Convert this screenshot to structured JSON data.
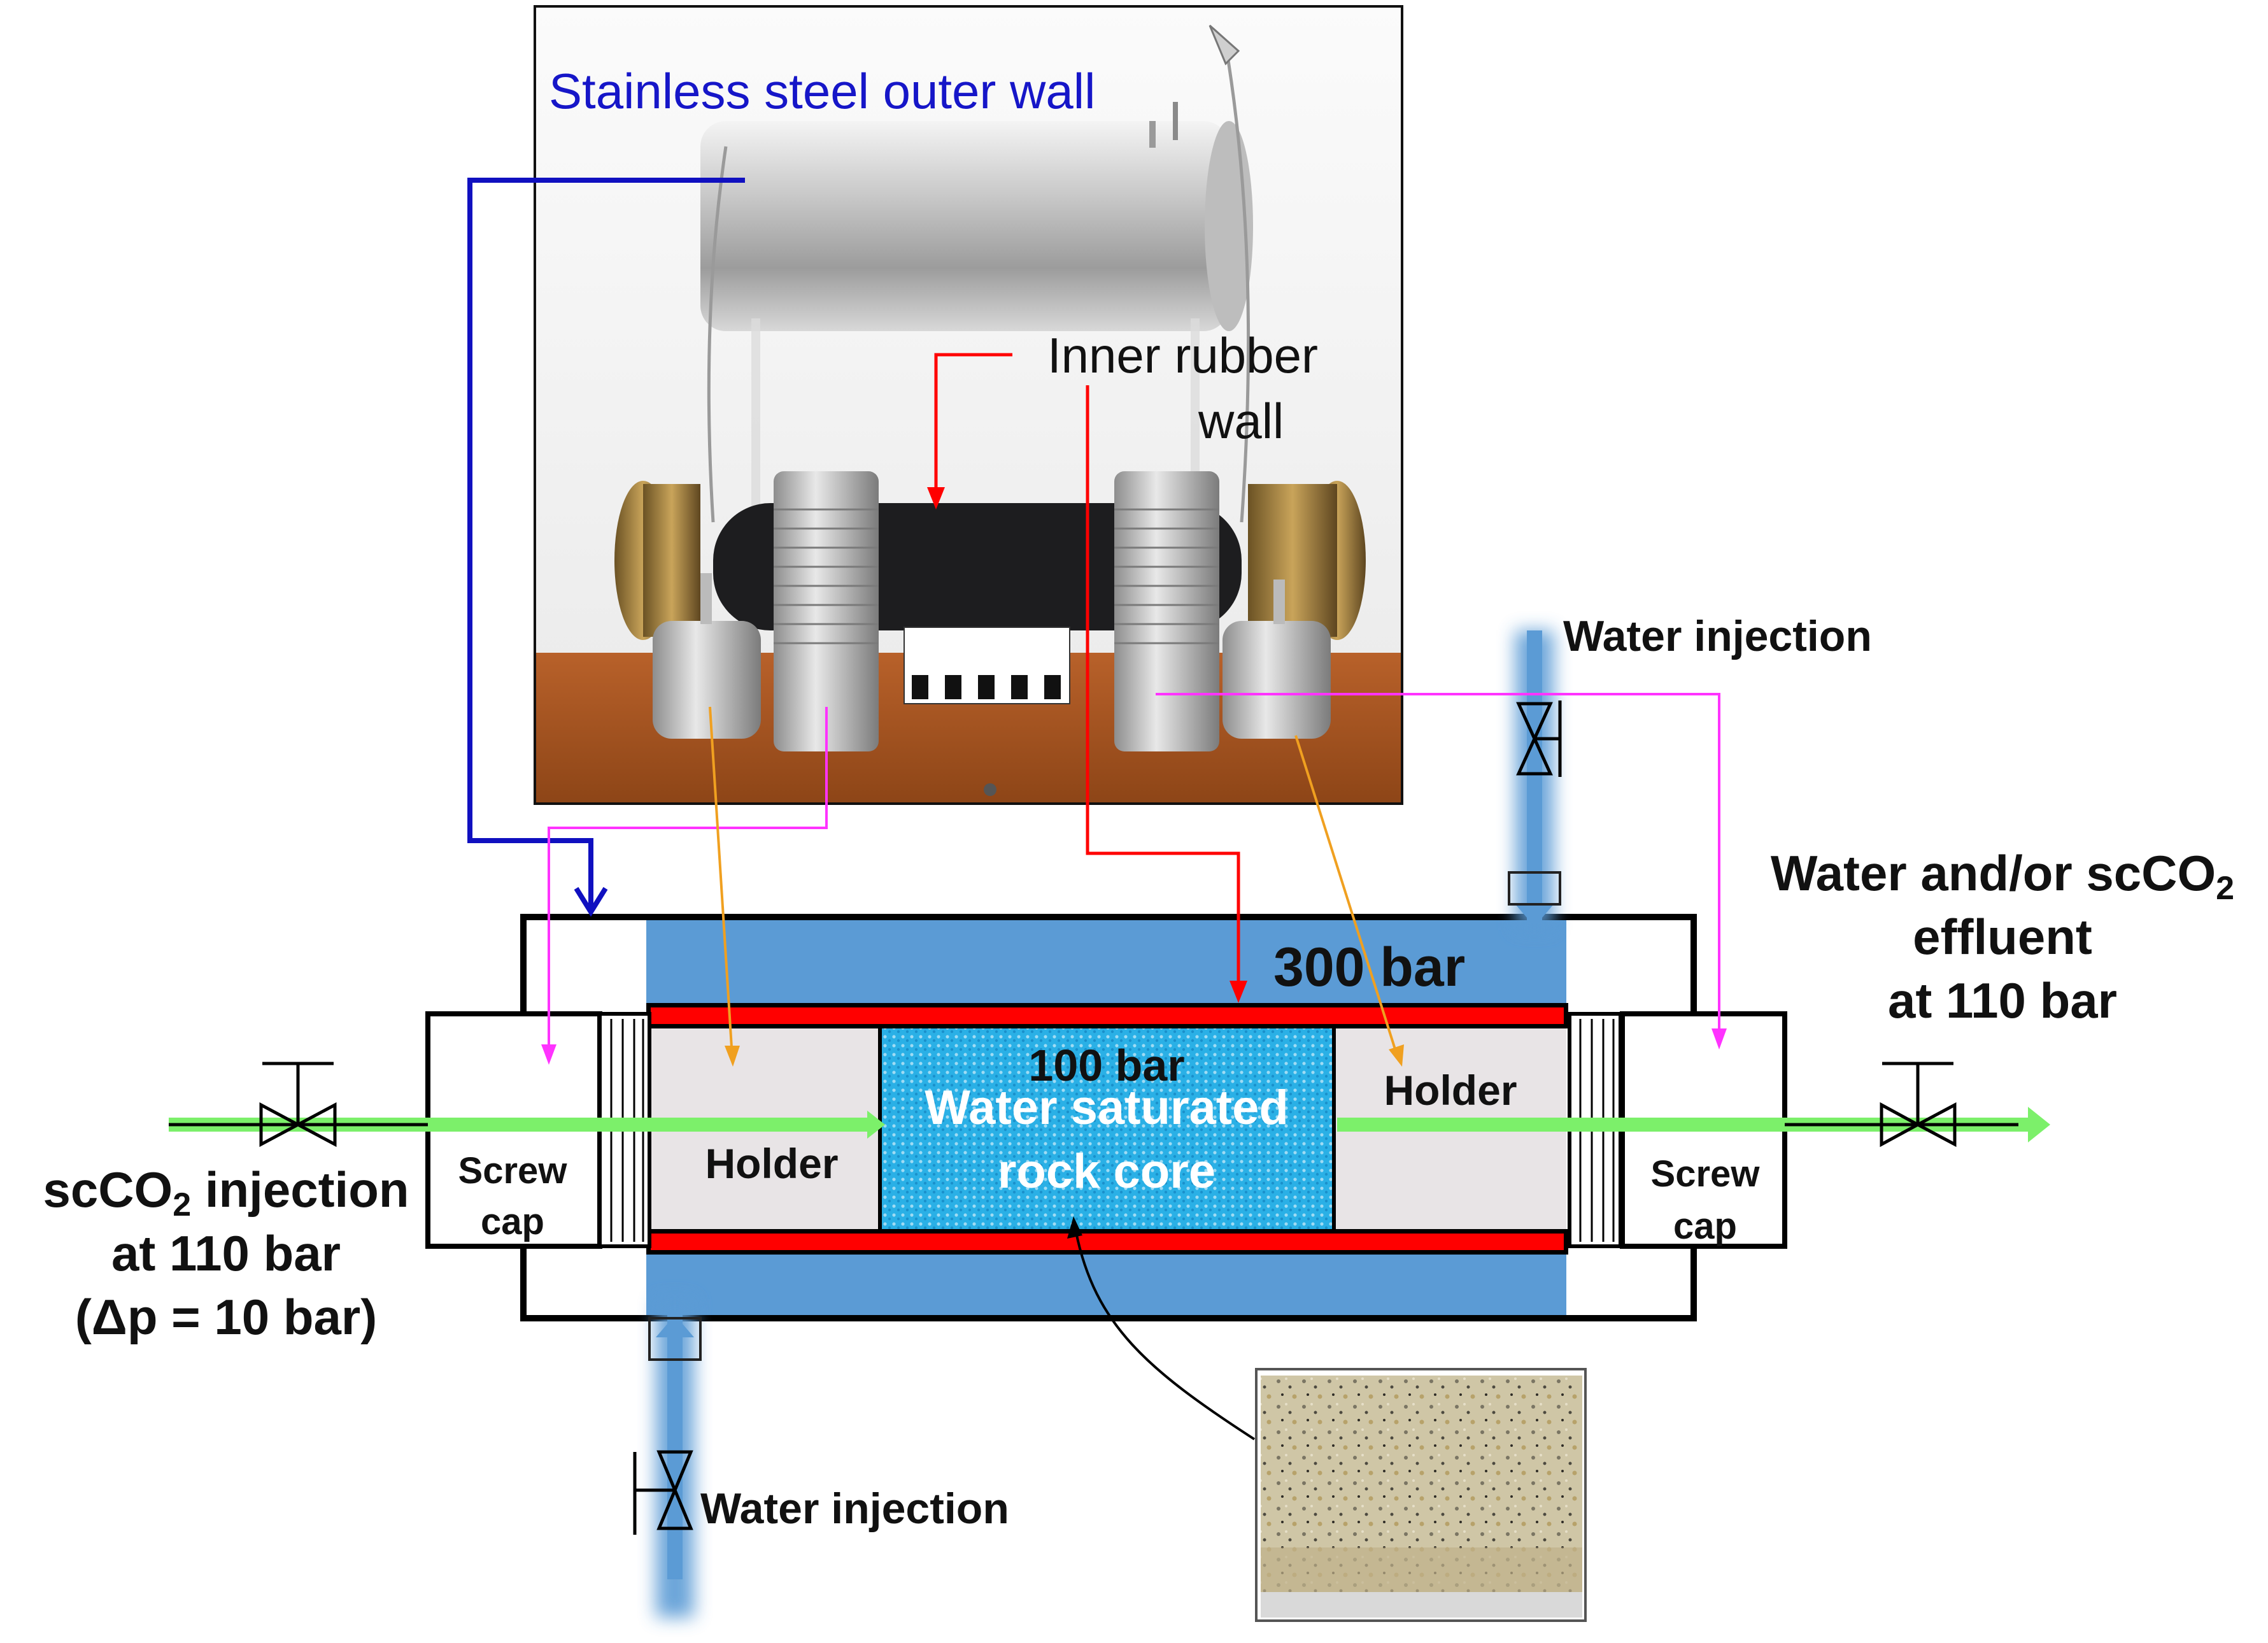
{
  "photo_labels": {
    "outer_wall": "Stainless steel outer wall",
    "rubber_wall_line1": "Inner rubber",
    "rubber_wall_line2": "wall"
  },
  "pressures": {
    "confining": "300 bar",
    "core": "100 bar"
  },
  "core_label": {
    "line1": "Water saturated",
    "line2": "rock core"
  },
  "holder_left": "Holder",
  "holder_right": "Holder",
  "screw_cap_left": {
    "line1": "Screw",
    "line2": "cap"
  },
  "screw_cap_right": {
    "line1": "Screw",
    "line2": "cap"
  },
  "inlet": {
    "line1_prefix": "scCO",
    "line1_sub": "2",
    "line1_suffix": " injection",
    "line2": "at 110 bar",
    "line3": "(Δp = 10 bar)"
  },
  "outlet": {
    "line1_prefix": "Water and/or scCO",
    "line1_sub": "2",
    "line2": "effluent",
    "line3": "at 110 bar"
  },
  "water_injection_top": "Water injection",
  "water_injection_bottom": "Water injection",
  "colors": {
    "confining_water": "#5b9bd5",
    "core_blue": "#29a9e0",
    "rubber_red": "#ff0000",
    "co2_green": "#7cf06a",
    "outer_wall_pointer": "#1010c0",
    "magenta_pointer": "#ff33ff",
    "orange_pointer": "#f0a020"
  }
}
